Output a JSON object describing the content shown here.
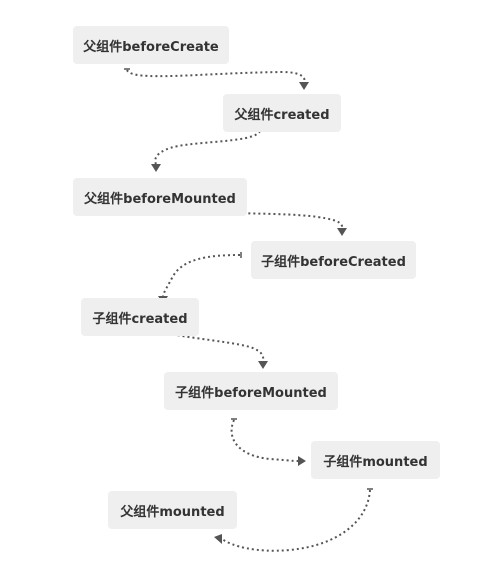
{
  "diagram": {
    "nodes": [
      {
        "id": "parent-before-create",
        "label": "父组件beforeCreate"
      },
      {
        "id": "parent-created",
        "label": "父组件created"
      },
      {
        "id": "parent-before-mounted",
        "label": "父组件beforeMounted"
      },
      {
        "id": "child-before-created",
        "label": "子组件beforeCreated"
      },
      {
        "id": "child-created",
        "label": "子组件created"
      },
      {
        "id": "child-before-mounted",
        "label": "子组件beforeMounted"
      },
      {
        "id": "child-mounted",
        "label": "子组件mounted"
      },
      {
        "id": "parent-mounted",
        "label": "父组件mounted"
      }
    ],
    "edges": [
      {
        "from": "parent-before-create",
        "to": "parent-created"
      },
      {
        "from": "parent-created",
        "to": "parent-before-mounted"
      },
      {
        "from": "parent-before-mounted",
        "to": "child-before-created"
      },
      {
        "from": "child-before-created",
        "to": "child-created"
      },
      {
        "from": "child-created",
        "to": "child-before-mounted"
      },
      {
        "from": "child-before-mounted",
        "to": "child-mounted"
      },
      {
        "from": "child-mounted",
        "to": "parent-mounted"
      }
    ],
    "colors": {
      "node_fill": "#efefef",
      "text": "#333333",
      "connector": "#555555"
    }
  }
}
